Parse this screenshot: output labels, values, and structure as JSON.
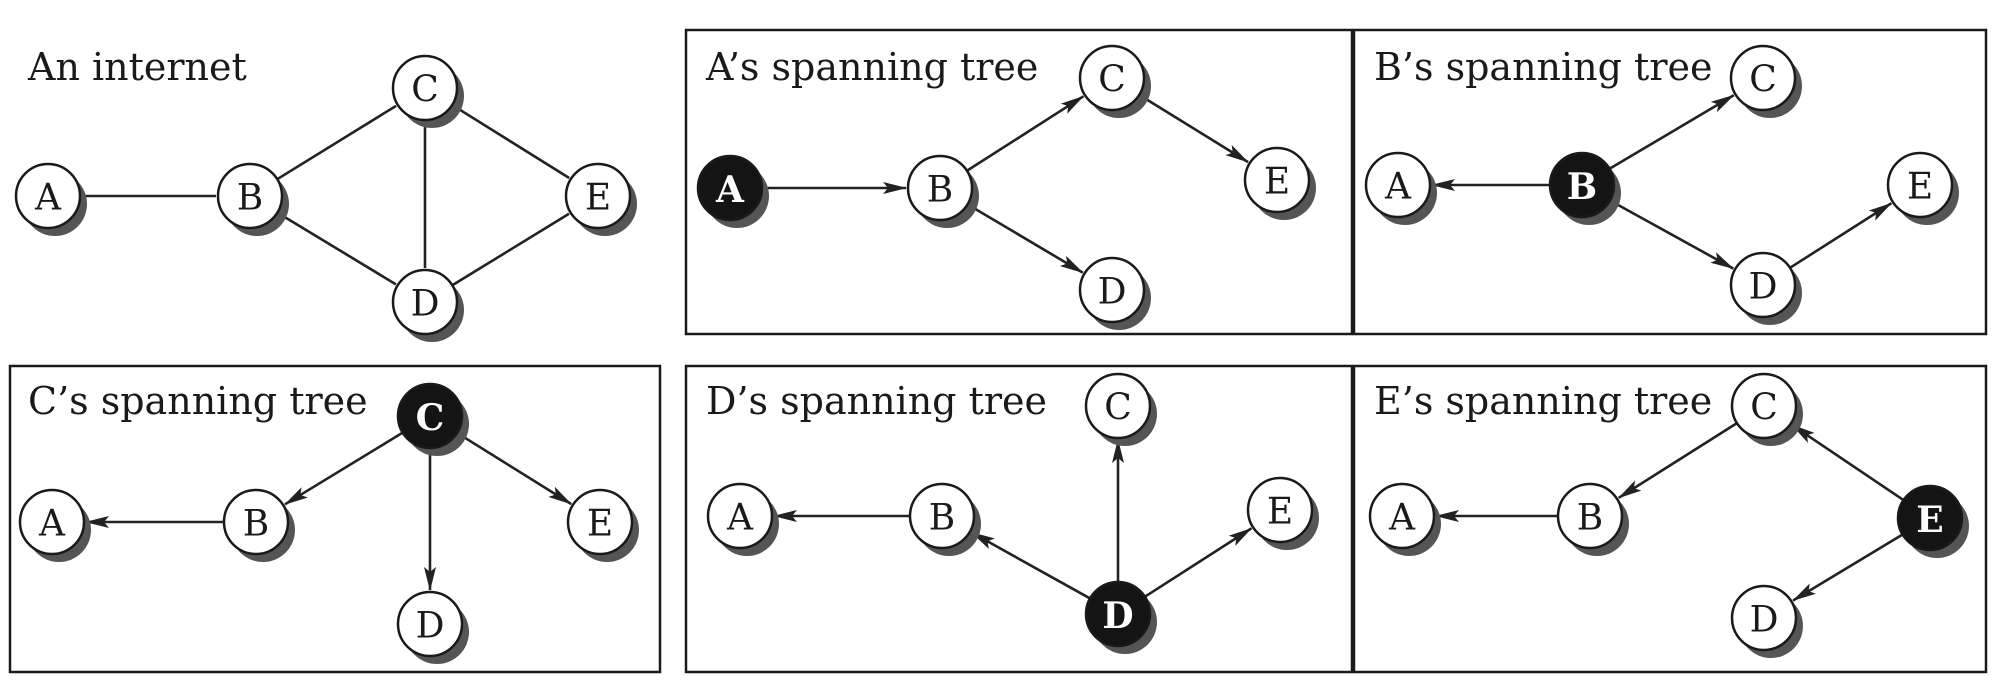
{
  "panels": [
    {
      "title": "An internet",
      "boxed": false,
      "root": null,
      "directed": false,
      "nodes": {
        "A": "A",
        "B": "B",
        "C": "C",
        "D": "D",
        "E": "E"
      },
      "edges": [
        [
          "A",
          "B"
        ],
        [
          "B",
          "C"
        ],
        [
          "B",
          "D"
        ],
        [
          "C",
          "D"
        ],
        [
          "C",
          "E"
        ],
        [
          "D",
          "E"
        ]
      ]
    },
    {
      "title": "A’s spanning tree",
      "boxed": true,
      "root": "A",
      "directed": true,
      "nodes": {
        "A": "A",
        "B": "B",
        "C": "C",
        "D": "D",
        "E": "E"
      },
      "edges": [
        [
          "A",
          "B"
        ],
        [
          "B",
          "C"
        ],
        [
          "B",
          "D"
        ],
        [
          "C",
          "E"
        ]
      ]
    },
    {
      "title": "B’s spanning tree",
      "boxed": true,
      "root": "B",
      "directed": true,
      "nodes": {
        "A": "A",
        "B": "B",
        "C": "C",
        "D": "D",
        "E": "E"
      },
      "edges": [
        [
          "B",
          "A"
        ],
        [
          "B",
          "C"
        ],
        [
          "B",
          "D"
        ],
        [
          "D",
          "E"
        ]
      ]
    },
    {
      "title": "C’s spanning tree",
      "boxed": true,
      "root": "C",
      "directed": true,
      "nodes": {
        "A": "A",
        "B": "B",
        "C": "C",
        "D": "D",
        "E": "E"
      },
      "edges": [
        [
          "C",
          "B"
        ],
        [
          "C",
          "D"
        ],
        [
          "C",
          "E"
        ],
        [
          "B",
          "A"
        ]
      ]
    },
    {
      "title": "D’s spanning tree",
      "boxed": true,
      "root": "D",
      "directed": true,
      "nodes": {
        "A": "A",
        "B": "B",
        "C": "C",
        "D": "D",
        "E": "E"
      },
      "edges": [
        [
          "D",
          "B"
        ],
        [
          "D",
          "C"
        ],
        [
          "D",
          "E"
        ],
        [
          "B",
          "A"
        ]
      ]
    },
    {
      "title": "E’s spanning tree",
      "boxed": true,
      "root": "E",
      "directed": true,
      "nodes": {
        "A": "A",
        "B": "B",
        "C": "C",
        "D": "D",
        "E": "E"
      },
      "edges": [
        [
          "E",
          "C"
        ],
        [
          "E",
          "D"
        ],
        [
          "C",
          "B"
        ],
        [
          "B",
          "A"
        ]
      ]
    }
  ]
}
